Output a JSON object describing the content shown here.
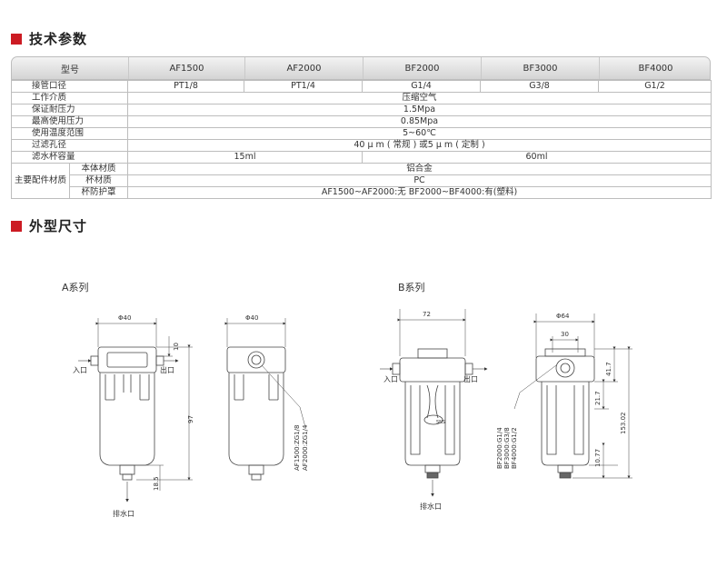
{
  "sections": {
    "spec_title": "技术参数",
    "dim_title": "外型尺寸"
  },
  "spec_table": {
    "header": [
      "型号",
      "AF1500",
      "AF2000",
      "BF2000",
      "BF3000",
      "BF4000"
    ],
    "port_label": "接管口径",
    "ports": [
      "PT1/8",
      "PT1/4",
      "G1/4",
      "G3/8",
      "G1/2"
    ],
    "medium_label": "工作介质",
    "medium": "压缩空气",
    "proof_label": "保证耐压力",
    "proof": "1.5Mpa",
    "maxp_label": "最高使用压力",
    "maxp": "0.85Mpa",
    "temp_label": "使用温度范围",
    "temp": "5~60℃",
    "filter_label": "过滤孔径",
    "filter": "40 μ m ( 常规 ) 或5 μ m ( 定制 )",
    "bowlcap_label": "滤水杯容量",
    "bowlcap_af": "15ml",
    "bowlcap_bf": "60ml",
    "parts_label": "主要配件材质",
    "body_label": "本体材质",
    "body": "铝合金",
    "bowl_label": "杯材质",
    "bowl": "PC",
    "guard_label": "杯防护罩",
    "guard": "AF1500~AF2000:无    BF2000~BF4000:有(塑料)"
  },
  "drawings": {
    "a_series": "A系列",
    "b_series": "B系列",
    "inlet": "入口",
    "outlet": "出口",
    "drain": "排水口",
    "a_dia": "Φ40",
    "a_dia2": "Φ40",
    "a_top": "10",
    "a_height": "97",
    "a_bottom": "18.5",
    "a_models": [
      "AF1500:ZG1/8",
      "AF2000:ZG1/4"
    ],
    "b_width": "72",
    "b_dia": "Φ64",
    "b_port": "30",
    "b_top": "41.7",
    "b_mid": "21.7",
    "b_bottom": "10.77",
    "b_height": "153.02",
    "b_models": [
      "BF2000:G1/4",
      "BF3000:G3/8",
      "BF4000:G1/2"
    ],
    "b_badge": "SNS"
  }
}
